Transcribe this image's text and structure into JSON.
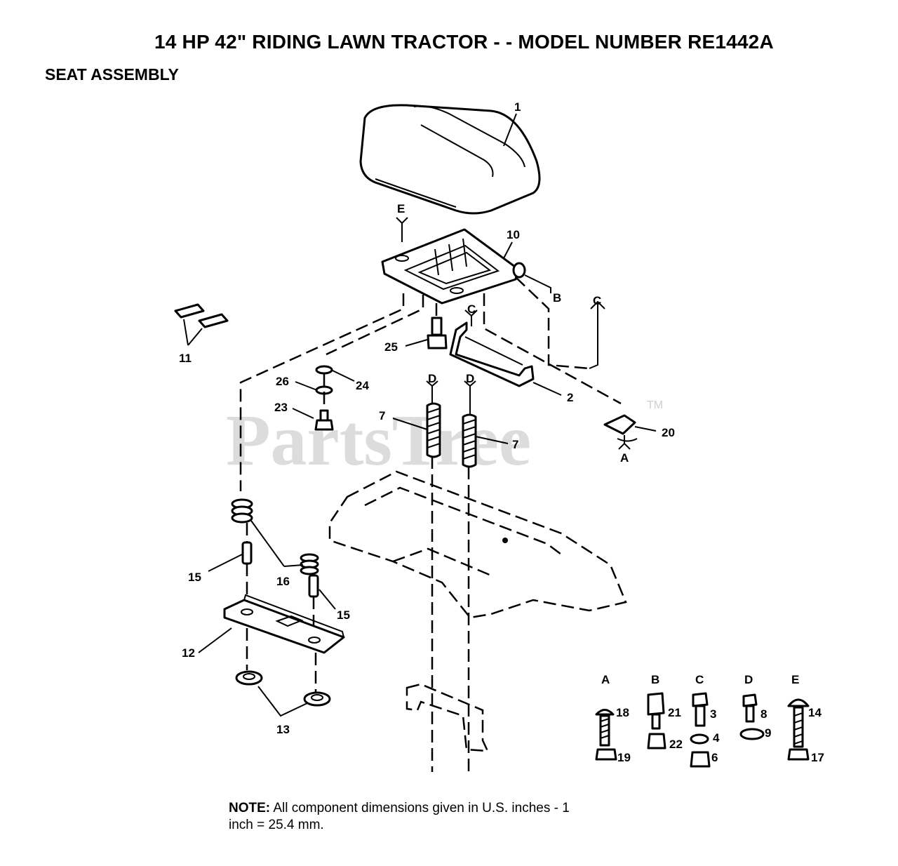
{
  "header": {
    "title": "14 HP 42\" RIDING LAWN TRACTOR - - MODEL NUMBER RE1442A",
    "subtitle": "SEAT ASSEMBLY"
  },
  "watermark": {
    "text": "PartsTree",
    "trademark": "TM"
  },
  "callouts": {
    "c1": "1",
    "c10": "10",
    "c11": "11",
    "c25": "25",
    "c24": "24",
    "c26": "26",
    "c23": "23",
    "c2": "2",
    "c20": "20",
    "c7a": "7",
    "c7b": "7",
    "c15a": "15",
    "c16": "16",
    "c15b": "15",
    "c12": "12",
    "c13": "13"
  },
  "refs": {
    "E_top": "E",
    "B_side": "B",
    "C_right": "C",
    "C_mid": "C",
    "D_left": "D",
    "D_right": "D",
    "A_right": "A"
  },
  "hardware": [
    {
      "letter": "A",
      "upper": "18",
      "lower": "19"
    },
    {
      "letter": "B",
      "upper": "21",
      "lower": "22"
    },
    {
      "letter": "C",
      "upper": "3",
      "middle": "4",
      "lower": "6"
    },
    {
      "letter": "D",
      "upper": "8",
      "lower": "9"
    },
    {
      "letter": "E",
      "upper": "14",
      "lower": "17"
    }
  ],
  "note": {
    "bold": "NOTE:",
    "line1": " All component dimensions given in U.S. inches - 1",
    "line2": "inch = 25.4 mm."
  }
}
